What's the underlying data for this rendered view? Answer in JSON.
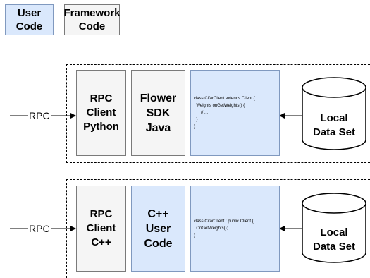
{
  "legend": {
    "user_code": "User\nCode",
    "framework_code": "Framework\nCode"
  },
  "rows": [
    {
      "rpc_label": "RPC",
      "client": "RPC\nClient\nPython",
      "sdk": "Flower\nSDK\nJava",
      "code_lines": [
        "class CifarClient extends Client {",
        "  Weights onGetWeights() {",
        "      // ...",
        "  }",
        "}"
      ],
      "dataset": "Local\nData Set"
    },
    {
      "rpc_label": "RPC",
      "client": "RPC\nClient\nC++",
      "sdk": "C++\nUser\nCode",
      "code_lines": [
        "class CifarClient : public Client {",
        "  OnGetWeights();",
        "}"
      ],
      "dataset": "Local\nData Set"
    }
  ],
  "colors": {
    "user_code_fill": "#dae8fc",
    "framework_fill": "#f5f5f5"
  }
}
